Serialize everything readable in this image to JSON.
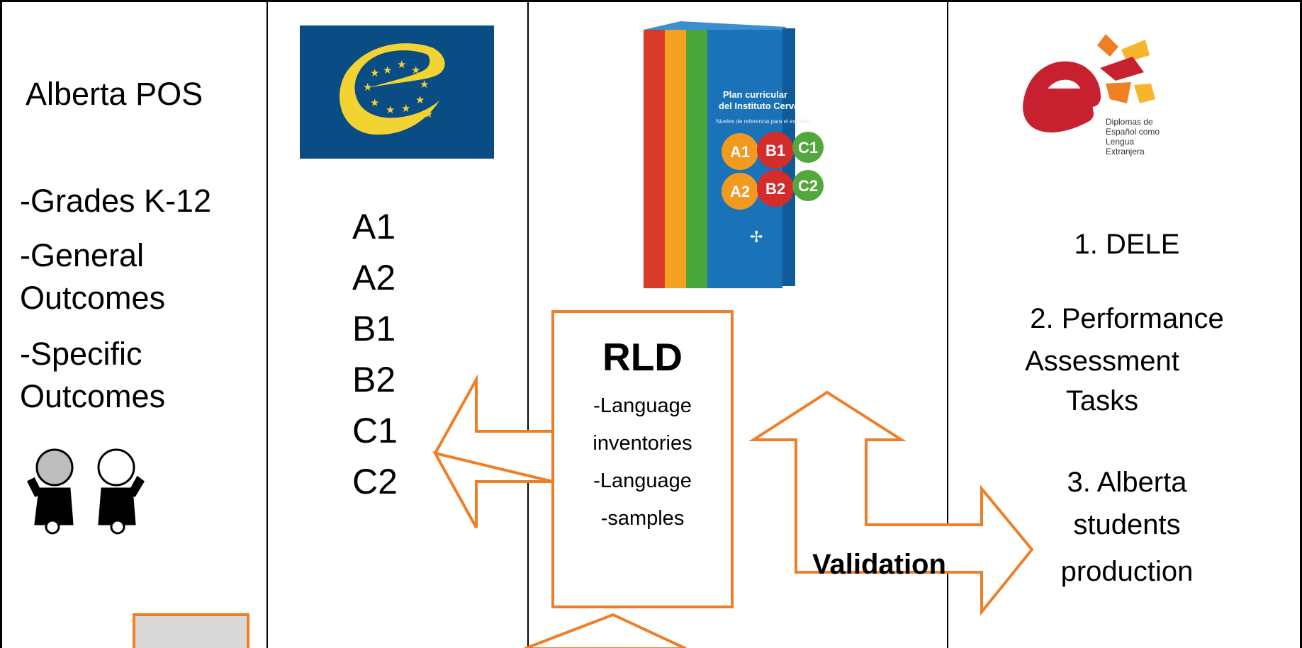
{
  "column1": {
    "title": "Alberta POS",
    "items": [
      "-Grades K-12",
      "-General",
      "Outcomes",
      "-Specific",
      "Outcomes"
    ]
  },
  "column2": {
    "logo_icon": "council-of-europe-logo",
    "levels": [
      "A1",
      "A2",
      "B1",
      "B2",
      "C1",
      "C2"
    ]
  },
  "column3": {
    "book_icon": "plan-curricular-instituto-cervantes-books",
    "book_title": [
      "Plan curricular",
      "del Instituto Cervantes"
    ],
    "book_subtitle": "Niveles de referencia para el español",
    "book_levels": [
      "A1",
      "B1",
      "C1",
      "A2",
      "B2",
      "C2"
    ],
    "rld_title": "RLD",
    "rld_items": [
      "-Language",
      "inventories",
      "-Language",
      "-samples"
    ]
  },
  "column4": {
    "logo_icon": "dele-logo",
    "logo_text": [
      "Diplomas de",
      "Español como",
      "Lengua",
      "Extranjera"
    ],
    "item1": "1. DELE",
    "item2_lines": [
      "2. Performance",
      "Assessment",
      "Tasks"
    ],
    "item3_lines": [
      "3. Alberta",
      "students",
      "production"
    ]
  },
  "validation_label": "Validation",
  "colors": {
    "arrow_orange": "#f07e26",
    "council_blue": "#0a4c84",
    "council_gold": "#f3d331",
    "dele_red": "#c7202f",
    "dele_orange": "#ee7f22",
    "dele_yellow": "#f7b52e",
    "book_blue": "#1a72b8",
    "level_orange": "#f29a1f",
    "level_red": "#d42b2b",
    "level_green": "#53a73c"
  }
}
